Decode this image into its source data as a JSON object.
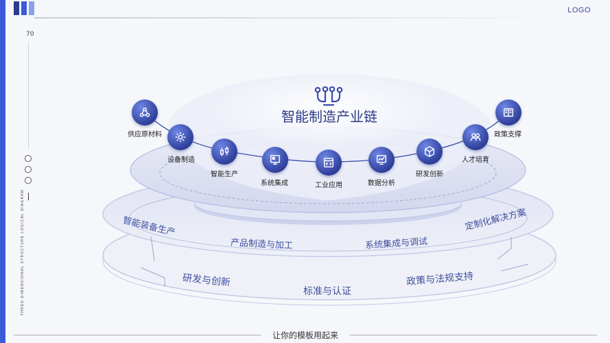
{
  "header": {
    "logo": "LOGO"
  },
  "side": {
    "page_number": "70",
    "vertical_text": "THREE-DIMENSIONAL STRUCTURE LOGICAL DIAGRAM"
  },
  "diagram": {
    "title": "智能制造产业链",
    "nodes": [
      {
        "label": "供应原材料",
        "icon": "recycle-icon"
      },
      {
        "label": "设备制造",
        "icon": "gear-icon"
      },
      {
        "label": "智能生产",
        "icon": "factory-icon"
      },
      {
        "label": "系统集成",
        "icon": "monitor-icon"
      },
      {
        "label": "工业应用",
        "icon": "code-window-icon"
      },
      {
        "label": "数据分析",
        "icon": "chart-icon"
      },
      {
        "label": "研发创新",
        "icon": "cube-icon"
      },
      {
        "label": "人才培育",
        "icon": "people-icon"
      },
      {
        "label": "政策支撑",
        "icon": "document-icon"
      }
    ],
    "middle_ring": [
      "智能装备生产",
      "产品制造与加工",
      "系统集成与调试",
      "定制化解决方案"
    ],
    "bottom_ring": [
      "研发与创新",
      "标准与认证",
      "政策与法规支持"
    ]
  },
  "footer": {
    "text": "让你的模板用起来"
  },
  "colors": {
    "accent": "#3b5bd9",
    "dark": "#2b3988",
    "ring": "#c9cfeb"
  }
}
